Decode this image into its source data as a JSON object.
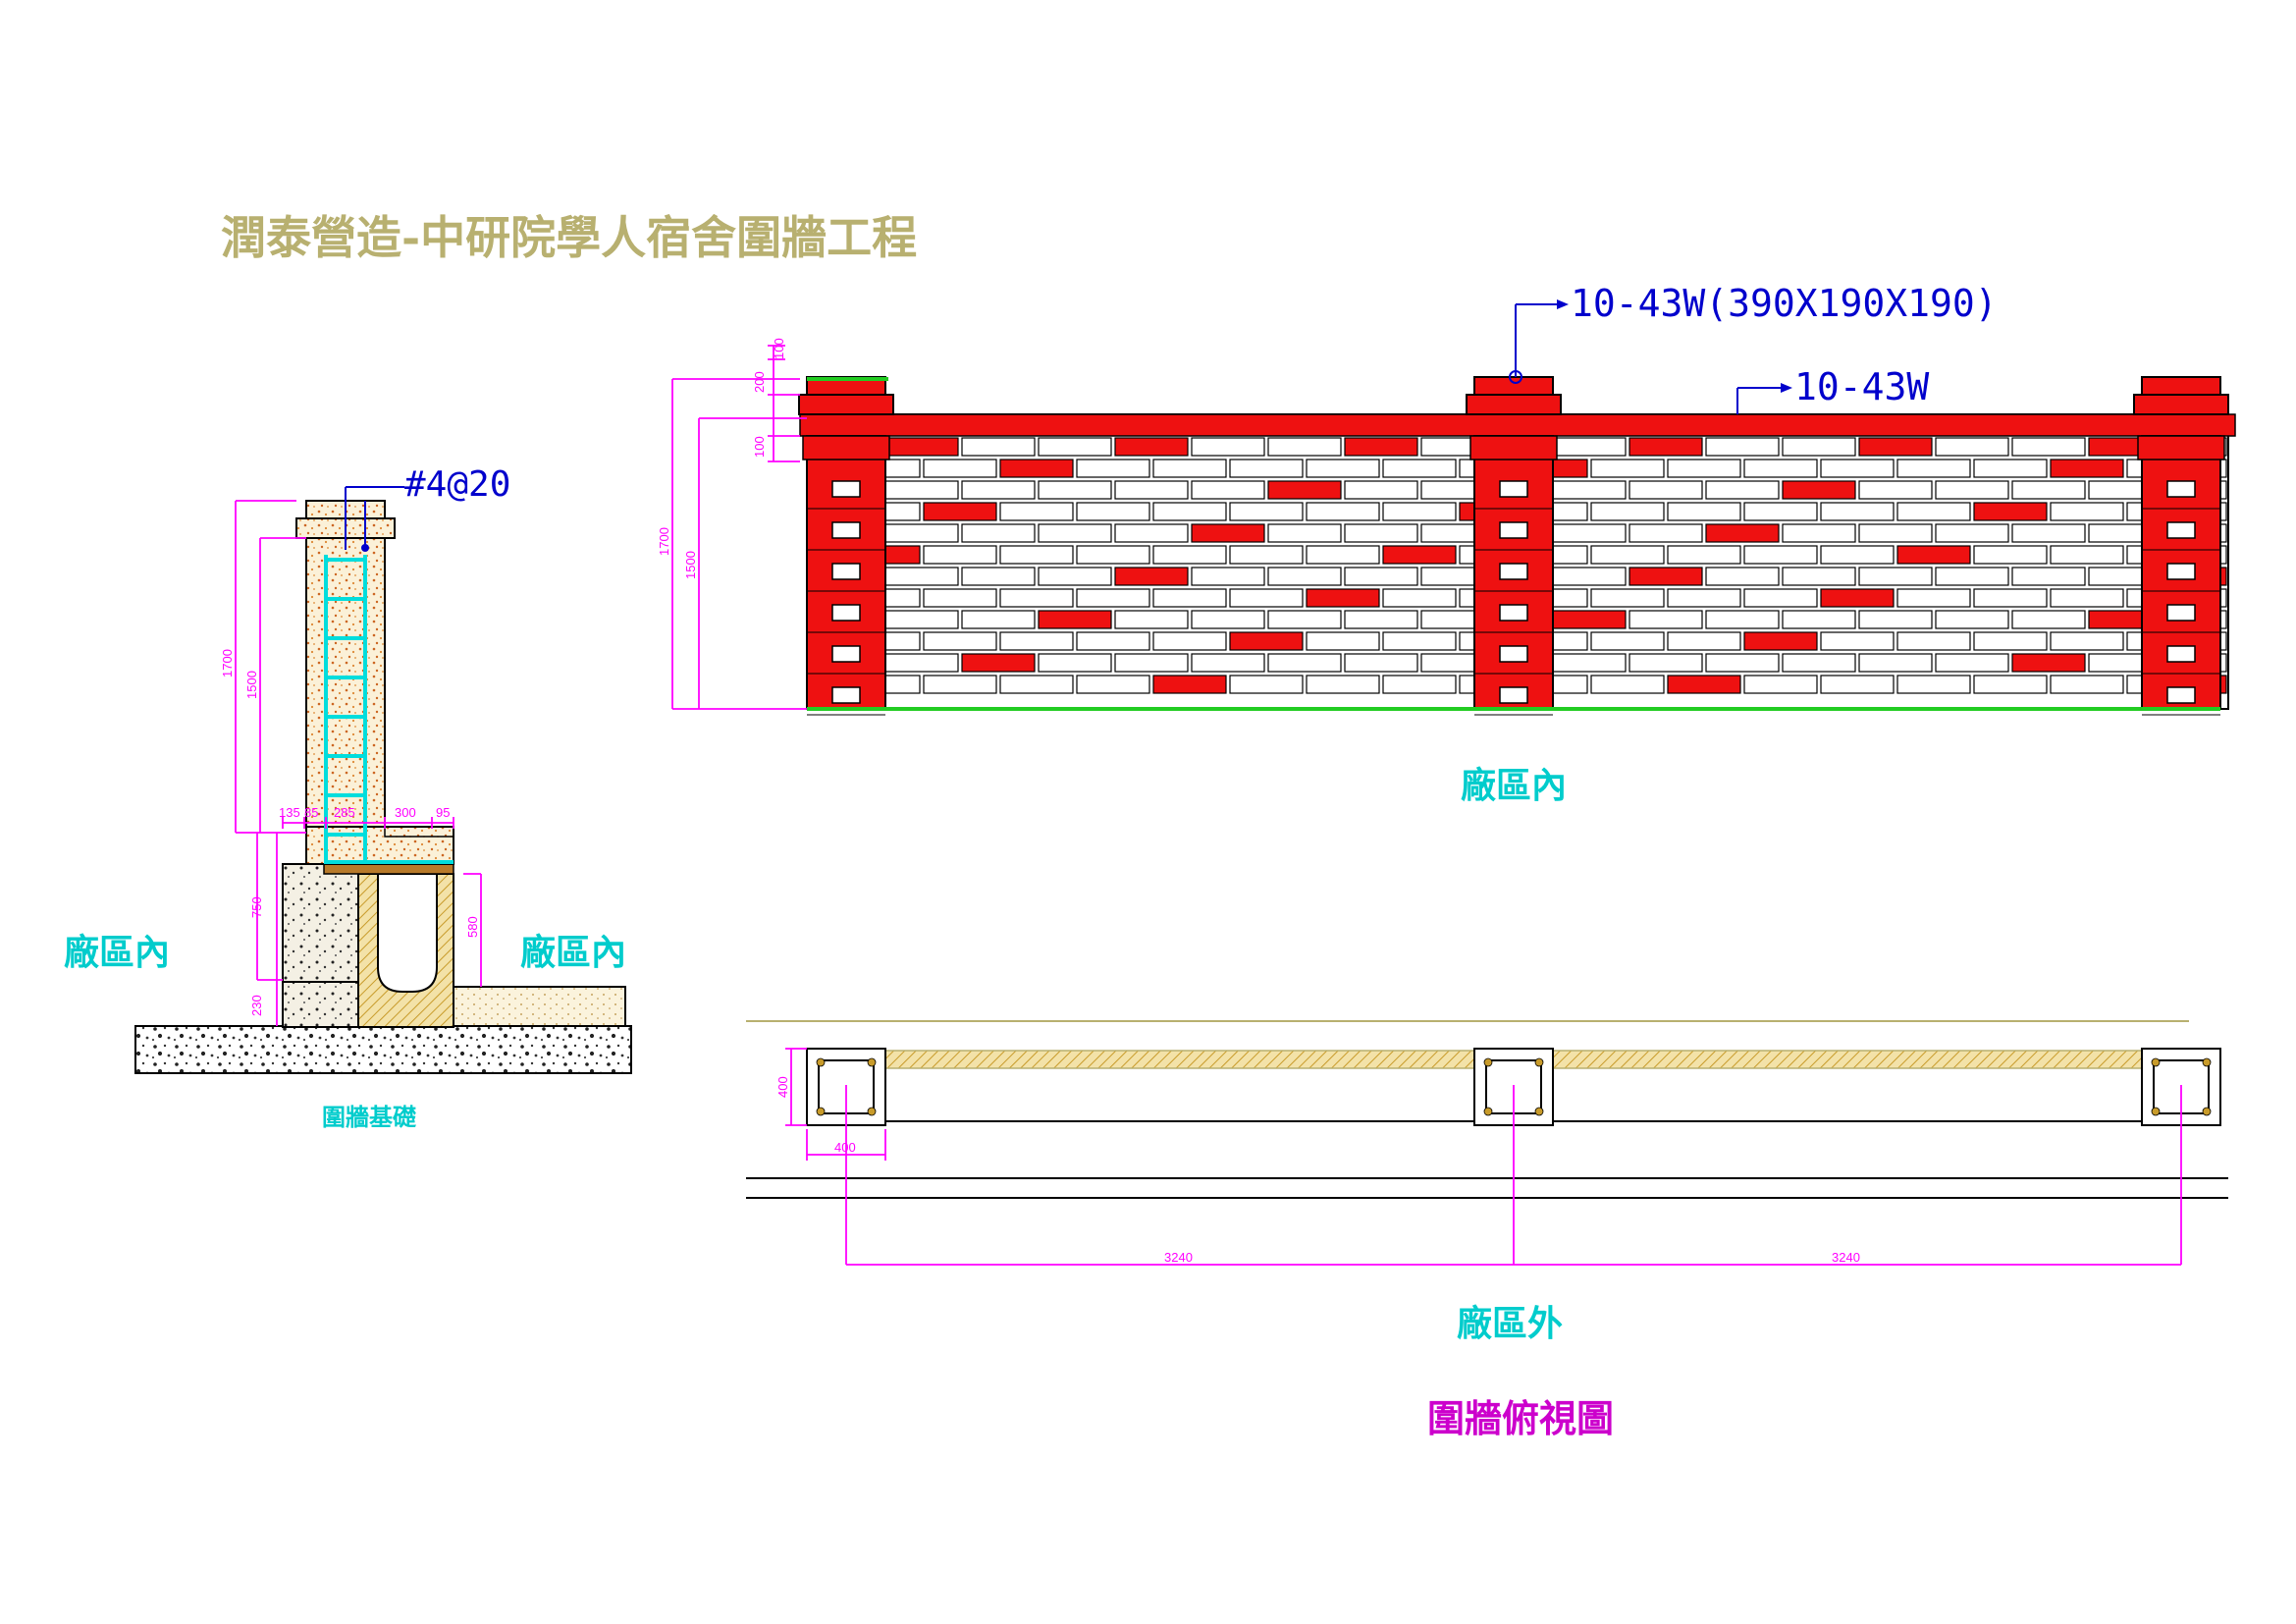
{
  "title": "潤泰營造-中研院學人宿舍圍牆工程",
  "colors": {
    "title": "#b8b070",
    "brick_red": "#ee1111",
    "mortar": "#ffffff",
    "outline": "#000000",
    "dimension": "#ff00ff",
    "annotation": "#0000cc",
    "label_cyan": "#00cccc",
    "label_magenta": "#cc00cc",
    "ground_green": "#22cc22",
    "rebar_cyan": "#00dddd",
    "concrete_fill": "#e8d8a0",
    "speckle": "#cc6622",
    "hatch": "#d4a830"
  },
  "section": {
    "rebar_label": "#4@20",
    "label_left": "廠區內",
    "label_right": "廠區內",
    "caption": "圍牆基礎",
    "dims": {
      "h1700": "1700",
      "h1500": "1500",
      "h750": "750",
      "h230": "230",
      "h580": "580",
      "w135": "135",
      "w85": "85",
      "w285": "285",
      "w300": "300",
      "w95": "95"
    }
  },
  "elevation": {
    "callout_cap": "10-43W(390X190X190)",
    "callout_wall": "10-43W",
    "label": "廠區內",
    "dims": {
      "d100a": "100",
      "d200": "200",
      "d100b": "100",
      "d1700": "1700",
      "d1500": "1500"
    }
  },
  "plan": {
    "label_outside": "廠區外",
    "caption": "圍牆俯視圖",
    "dims": {
      "d400v": "400",
      "d400h": "400",
      "span1": "3240",
      "span2": "3240"
    }
  }
}
